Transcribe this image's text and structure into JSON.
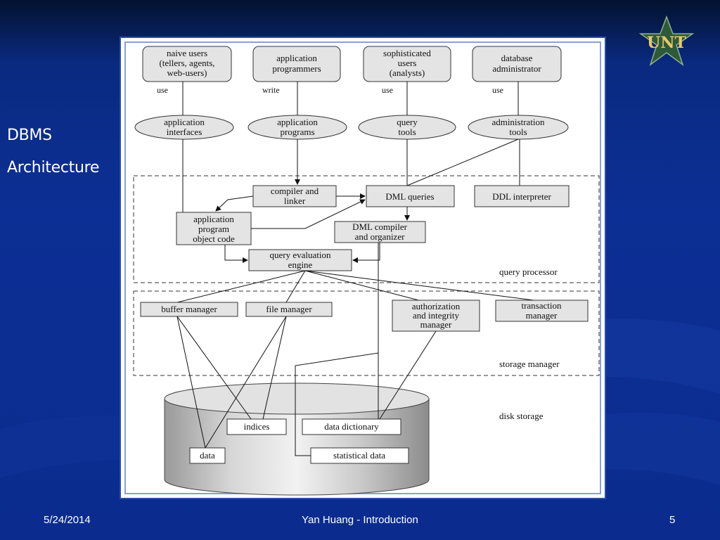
{
  "slide": {
    "side_title_1": "DBMS",
    "side_title_2": "Architecture",
    "footer_date": "5/24/2014",
    "footer_center": "Yan Huang - Introduction",
    "footer_page": "5",
    "logo_text": "UNT"
  },
  "diagram": {
    "users": {
      "naive_1": "naive users",
      "naive_2": "(tellers, agents,",
      "naive_3": "web-users)",
      "appprog_1": "application",
      "appprog_2": "programmers",
      "soph_1": "sophisticated",
      "soph_2": "users",
      "soph_3": "(analysts)",
      "dba_1": "database",
      "dba_2": "administrator"
    },
    "edge_labels": {
      "use_1": "use",
      "write": "write",
      "use_2": "use",
      "use_3": "use"
    },
    "tools": {
      "appif_1": "application",
      "appif_2": "interfaces",
      "approg_1": "application",
      "approg_2": "programs",
      "query_1": "query",
      "query_2": "tools",
      "admin_1": "administration",
      "admin_2": "tools"
    },
    "query_processor": {
      "compiler_1": "compiler and",
      "compiler_2": "linker",
      "dml_queries": "DML queries",
      "ddl": "DDL interpreter",
      "objcode_1": "application",
      "objcode_2": "program",
      "objcode_3": "object code",
      "dmlcomp_1": "DML compiler",
      "dmlcomp_2": "and organizer",
      "qeval_1": "query evaluation",
      "qeval_2": "engine",
      "label": "query processor"
    },
    "storage_manager": {
      "buffer": "buffer manager",
      "file": "file manager",
      "auth_1": "authorization",
      "auth_2": "and integrity",
      "auth_3": "manager",
      "txn_1": "transaction",
      "txn_2": "manager",
      "label": "storage manager"
    },
    "disk": {
      "label": "disk storage",
      "indices": "indices",
      "data_dictionary": "data dictionary",
      "data": "data",
      "statistical": "statistical data"
    }
  }
}
